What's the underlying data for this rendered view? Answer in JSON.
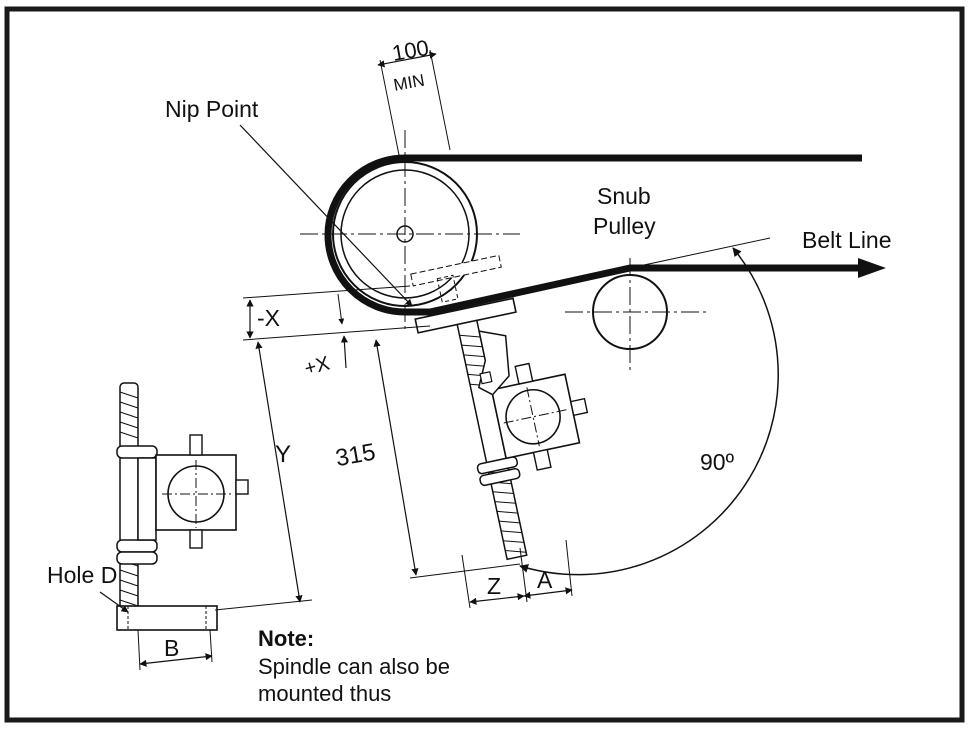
{
  "labels": {
    "min_width_value": "100",
    "min_width_unit": "MIN",
    "nip_point": "Nip Point",
    "snub_line1": "Snub",
    "snub_line2": "Pulley",
    "belt_line": "Belt Line",
    "minus_x": "-X",
    "plus_x": "+X",
    "y": "Y",
    "dim_315": "315",
    "angle_90": "90º",
    "z": "Z",
    "a": "A",
    "b": "B",
    "hole_d": "Hole D"
  },
  "note": {
    "title": "Note:",
    "line1": "Spindle can also be",
    "line2": "mounted thus"
  },
  "colors": {
    "ink": "#111111",
    "frame": "#1a1a1a",
    "background": "#ffffff"
  }
}
